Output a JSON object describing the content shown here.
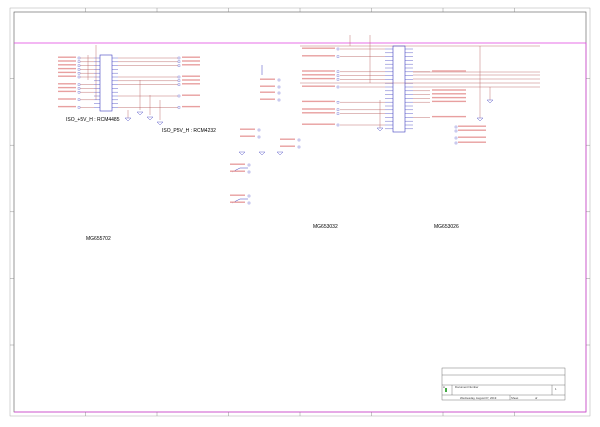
{
  "schematic": {
    "section_labels": [
      "ISO_+5V_H : RCM4485",
      "ISO_P5V_H : RCM4232"
    ],
    "part_labels": [
      "MG655702",
      "MG653032",
      "MG653026"
    ],
    "title_block": {
      "title": "Document Number",
      "date": "Wednesday, August 07, 2019",
      "sheet_label": "Sheet",
      "sheet_of": "of",
      "size": "A",
      "rev": "1"
    },
    "colors": {
      "wire": "#b05050",
      "pin": "#4040c0",
      "border": "#555555",
      "highlight": "#e040e0"
    }
  }
}
